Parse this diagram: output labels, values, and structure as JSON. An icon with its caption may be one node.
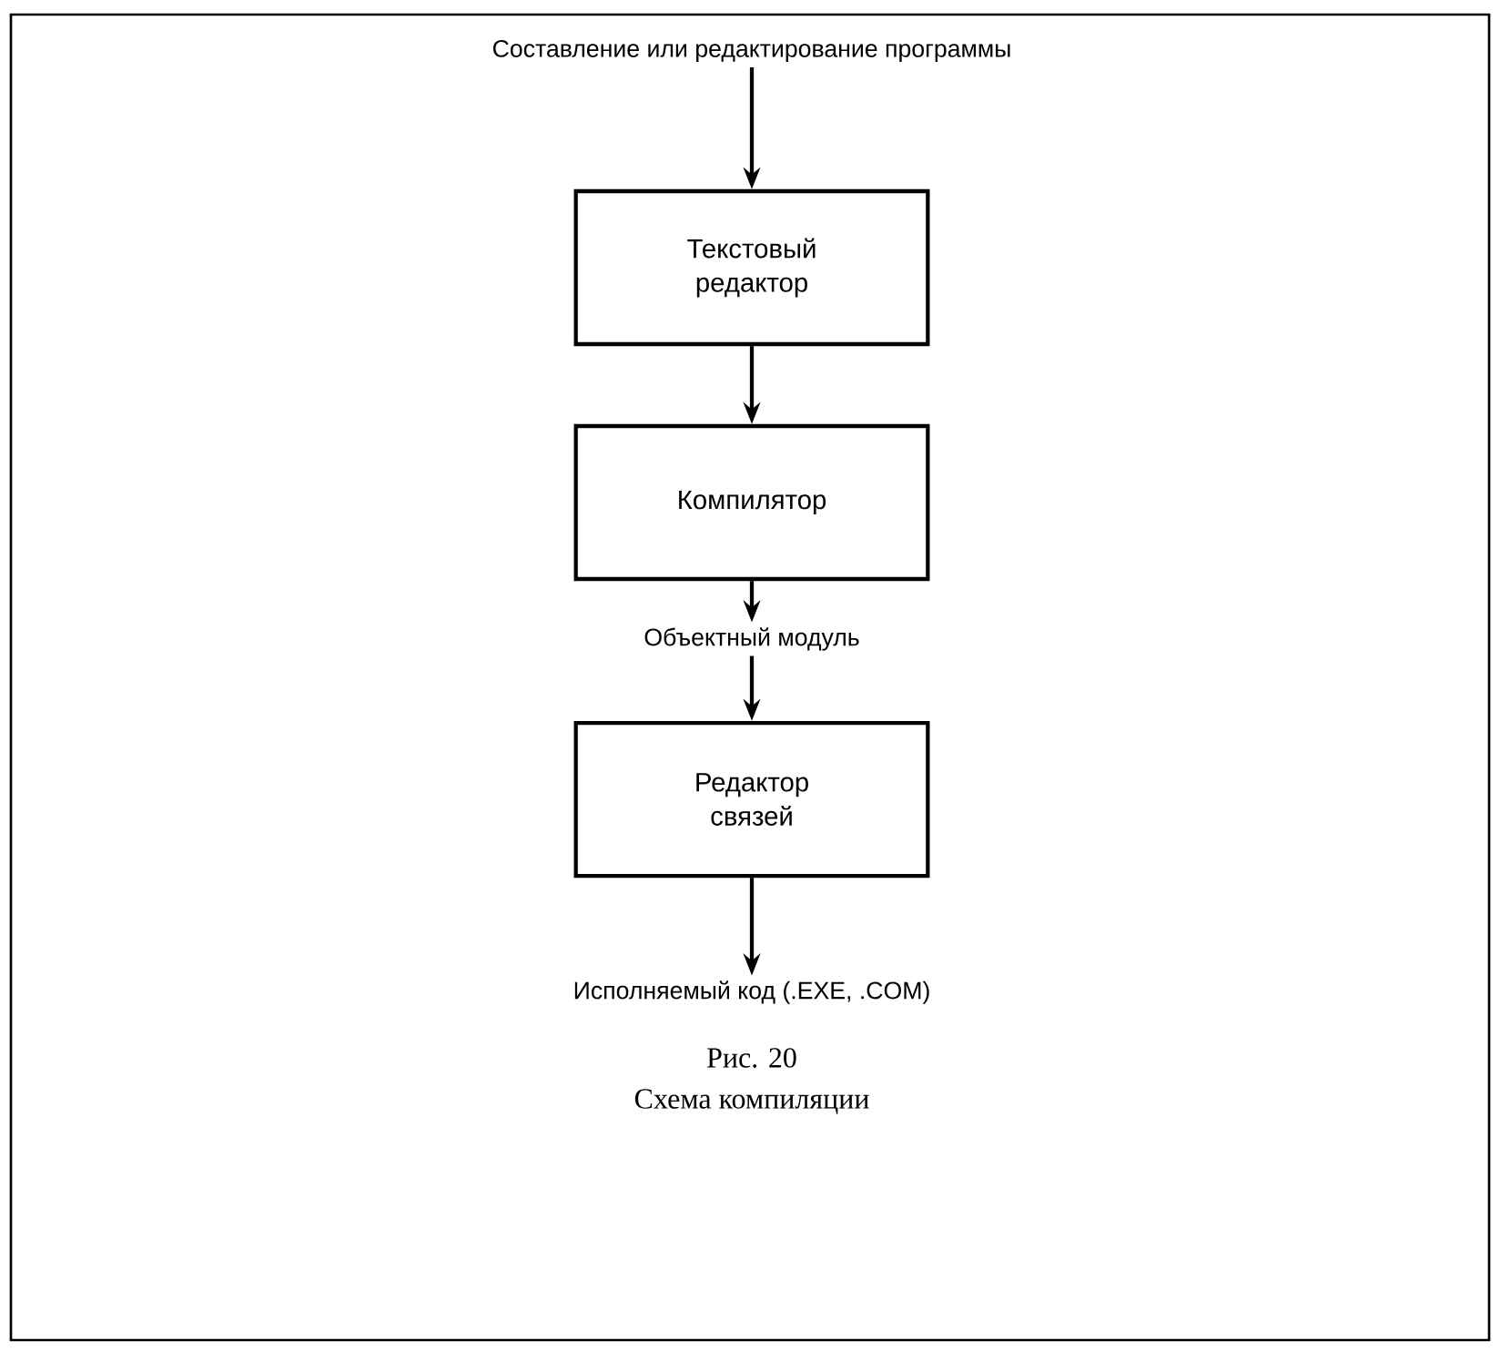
{
  "diagram": {
    "caption": "Схема компиляции",
    "nodes": [
      {
        "text": [
          "Составление или редактирование программы"
        ]
      },
      {
        "text": [
          "Текстовый редактор"
        ]
      },
      {
        "text": [
          "Компилятор"
        ]
      },
      {
        "text": [
          "Объектный модуль"
        ]
      },
      {
        "text": [
          "Редактор связей"
        ]
      },
      {
        "text": [
          "Исполняемый код (.EXE, .COM)"
        ]
      }
    ],
    "edges": [
      {
        "from": 0,
        "to": 1,
        "arrow": "to"
      },
      {
        "from": 1,
        "to": 2,
        "arrow": "to"
      },
      {
        "from": 2,
        "to": 3,
        "arrow": "to"
      },
      {
        "from": 3,
        "to": 4,
        "arrow": "to"
      },
      {
        "from": 4,
        "to": 5,
        "arrow": "to"
      }
    ],
    "labels": [
      "Рис. 20"
    ]
  }
}
